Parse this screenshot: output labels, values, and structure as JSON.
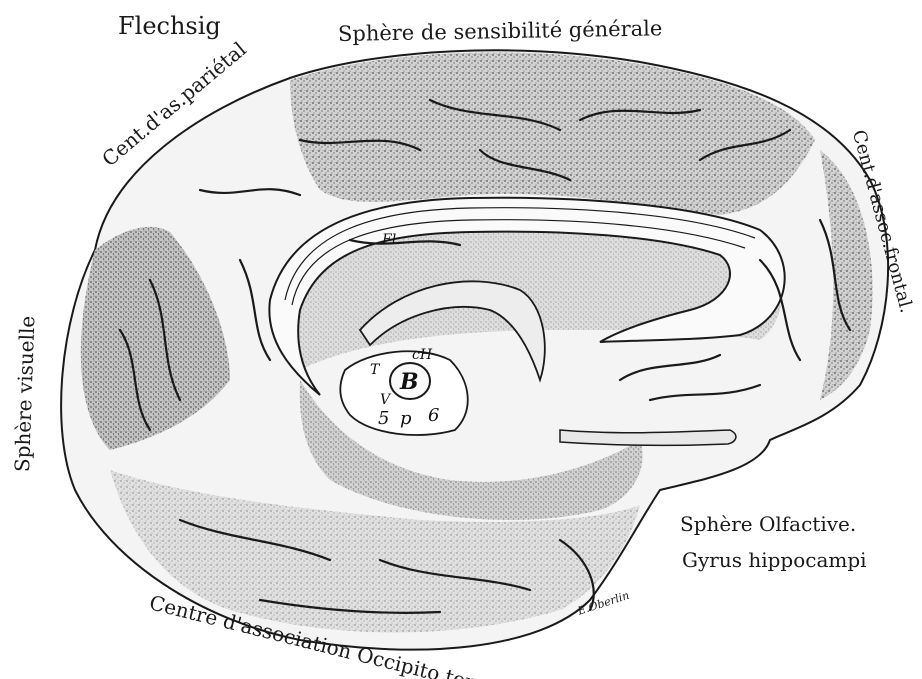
{
  "labels": {
    "author": "Flechsig",
    "sensibilite": "Sphère de sensibilité générale",
    "parietal": "Cent.d'as.pariétal",
    "frontal": "Cent.d'assoc.frontal.",
    "visuelle": "Sphère visuelle",
    "olfactive": "Sphère Olfactive.",
    "hippocampi": "Gyrus hippocampi",
    "occipito": "Centre d'association Occipito temporal",
    "signature": "E.Oberlin"
  },
  "marks": {
    "fl": "Fl.",
    "ch": "cH",
    "t": "T",
    "b": "B",
    "v": "V",
    "five": "5",
    "p": "p",
    "six": "6"
  },
  "colors": {
    "ink": "#1a1a1a",
    "stipple": "#bdbdbd",
    "white_matter": "#f4f4f4"
  }
}
